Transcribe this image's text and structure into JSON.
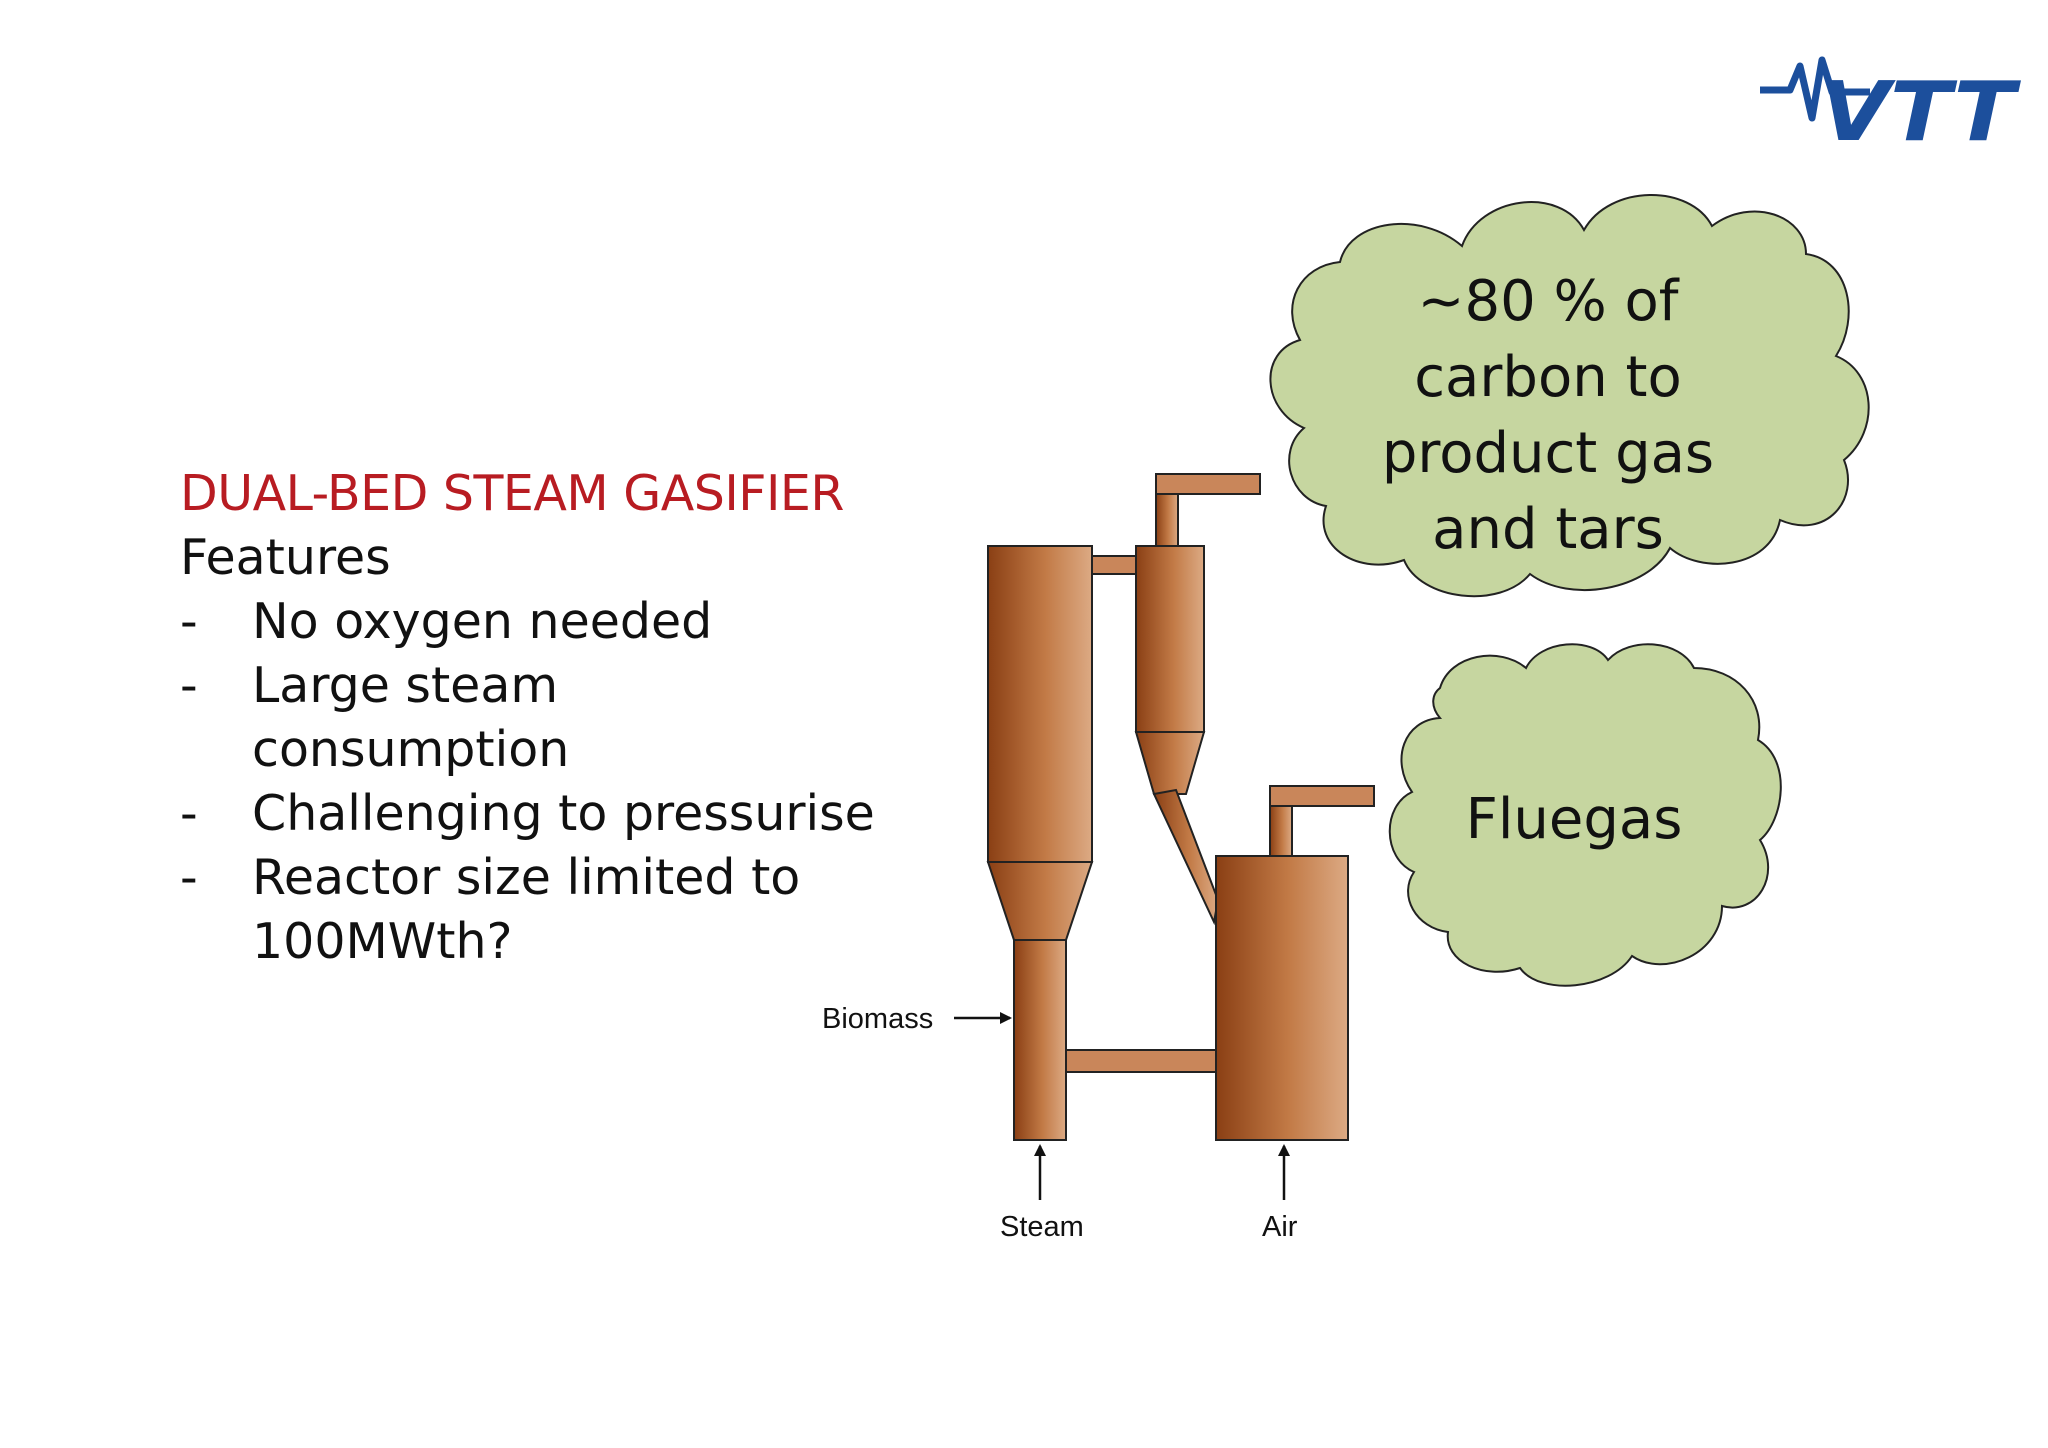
{
  "heading": "DUAL-BED STEAM GASIFIER",
  "subheading": "Features",
  "features": [
    {
      "bullet": "-",
      "text": "No oxygen needed"
    },
    {
      "bullet": "-",
      "text": "Large steam consumption"
    },
    {
      "bullet": "-",
      "text": "Challenging to pressurise"
    },
    {
      "bullet": "-",
      "text": "Reactor size limited to 100MWth?"
    }
  ],
  "logo": {
    "text": "VTT",
    "color": "#1c4f9c"
  },
  "colors": {
    "heading": "#b81c22",
    "cloud_fill": "#c6d6a0",
    "reactor_dark": "#8a3f14",
    "reactor_light": "#dca982"
  },
  "diagram": {
    "labels": {
      "biomass": "Biomass",
      "steam": "Steam",
      "air": "Air"
    },
    "cloud_product": [
      "~80 % of",
      "carbon to",
      "product gas",
      "and tars"
    ],
    "cloud_flue": "Fluegas"
  }
}
